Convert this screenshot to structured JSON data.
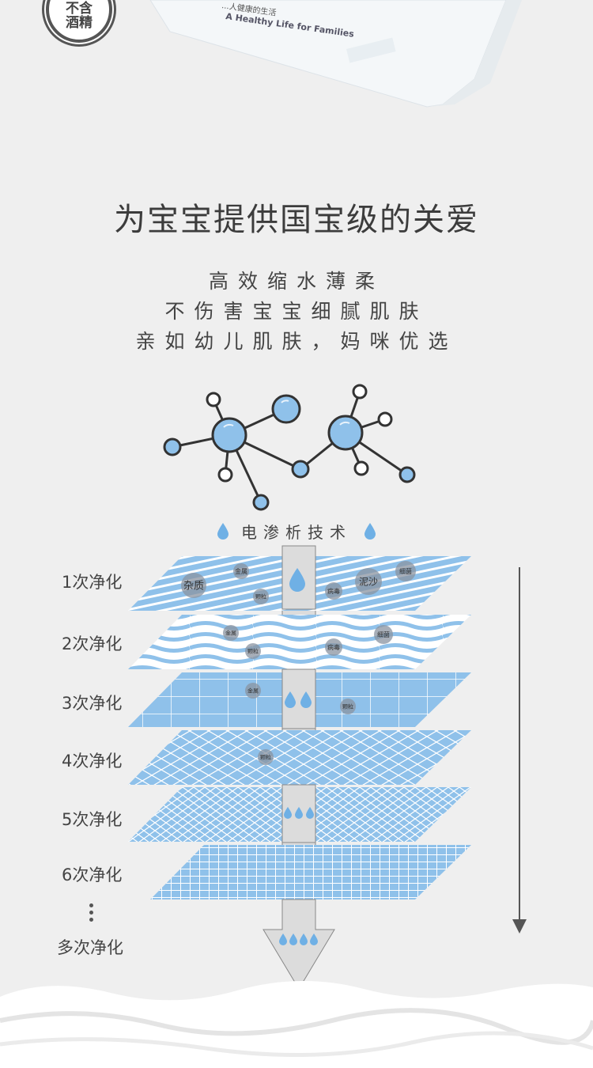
{
  "badge": {
    "line1": "不含",
    "line2": "酒精"
  },
  "pack": {
    "text1": "...人健康的生活",
    "text2": "A Healthy Life for Families"
  },
  "headline": "为宝宝提供国宝级的关爱",
  "subtitle": {
    "line1": "高效缩水薄柔",
    "line2": "不伤害宝宝细腻肌肤",
    "line3": "亲如幼儿肌肤，妈咪优选"
  },
  "tech_label": "电渗析技术",
  "layers": [
    {
      "label": "1次净化",
      "particles": [
        "杂质",
        "金属",
        "颗粒",
        "病毒",
        "泥沙",
        "细菌"
      ]
    },
    {
      "label": "2次净化",
      "particles": [
        "金属",
        "颗粒",
        "病毒",
        "细菌"
      ]
    },
    {
      "label": "3次净化",
      "particles": [
        "金属",
        "颗粒"
      ]
    },
    {
      "label": "4次净化",
      "particles": [
        "颗粒"
      ]
    },
    {
      "label": "5次净化",
      "particles": []
    },
    {
      "label": "6次净化",
      "particles": []
    }
  ],
  "final_label": "多次净化",
  "colors": {
    "blue": "#8fc1ea",
    "drop": "#6fb0e5",
    "grey": "#555555"
  }
}
